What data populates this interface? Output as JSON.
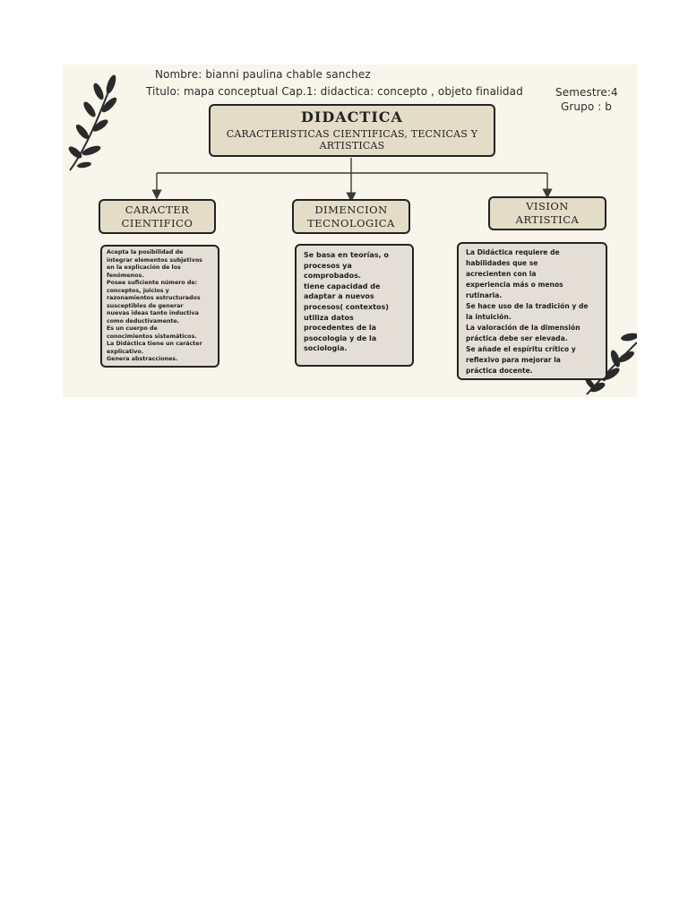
{
  "header": {
    "name_line": "Nombre: bianni paulina chable sanchez",
    "title_line": "Titulo: mapa conceptual Cap.1: didactica: concepto , objeto finalidad",
    "semester": "Semestre:4",
    "group": "Grupo : b"
  },
  "main": {
    "title": "DIDACTICA",
    "subtitle": "CARACTERISTICAS CIENTIFICAS, TECNICAS Y ARTISTICAS"
  },
  "categories": [
    {
      "label": "CARACTER CIENTIFICO",
      "detail": "Acepta la posibilidad de\nintegrar elementos subjetivos\nen la explicación de los\nfenómenos.\nPosee suficiente número de:\nconceptos, juicios y\nrazonamientos estructurados\nsusceptibles de generar\nnuevas ideas tanto inductiva\ncomo deductivamente.\nEs un cuerpo de\nconocimientos sistemáticos.\nLa Didáctica tiene un carácter\nexplicativo.\nGenera abstracciones."
    },
    {
      "label": "DIMENCION TECNOLOGICA",
      "detail": "Se basa en teorías, o\nprocesos ya\ncomprobados.\ntiene capacidad de\nadaptar a nuevos\nprocesos( contextos)\nutiliza datos\nprocedentes de la\npsocologia y de la\nsociologia."
    },
    {
      "label": "VISION ARTISTICA",
      "detail": "La Didáctica requiere de\nhabilidades que se\nacrecienten con la\nexperiencia más o menos\nrutinaria.\nSe hace uso de la tradición y de\nla intuición.\nLa valoración de la dimensión\npráctica debe ser elevada.\nSe añade el espíritu crítico y\nreflexivo para mejorar la\npráctica docente."
    }
  ],
  "colors": {
    "background": "#f8f5ea",
    "box_fill": "#e3dcc7",
    "detail_fill": "#e3dfd7",
    "border": "#232323"
  }
}
